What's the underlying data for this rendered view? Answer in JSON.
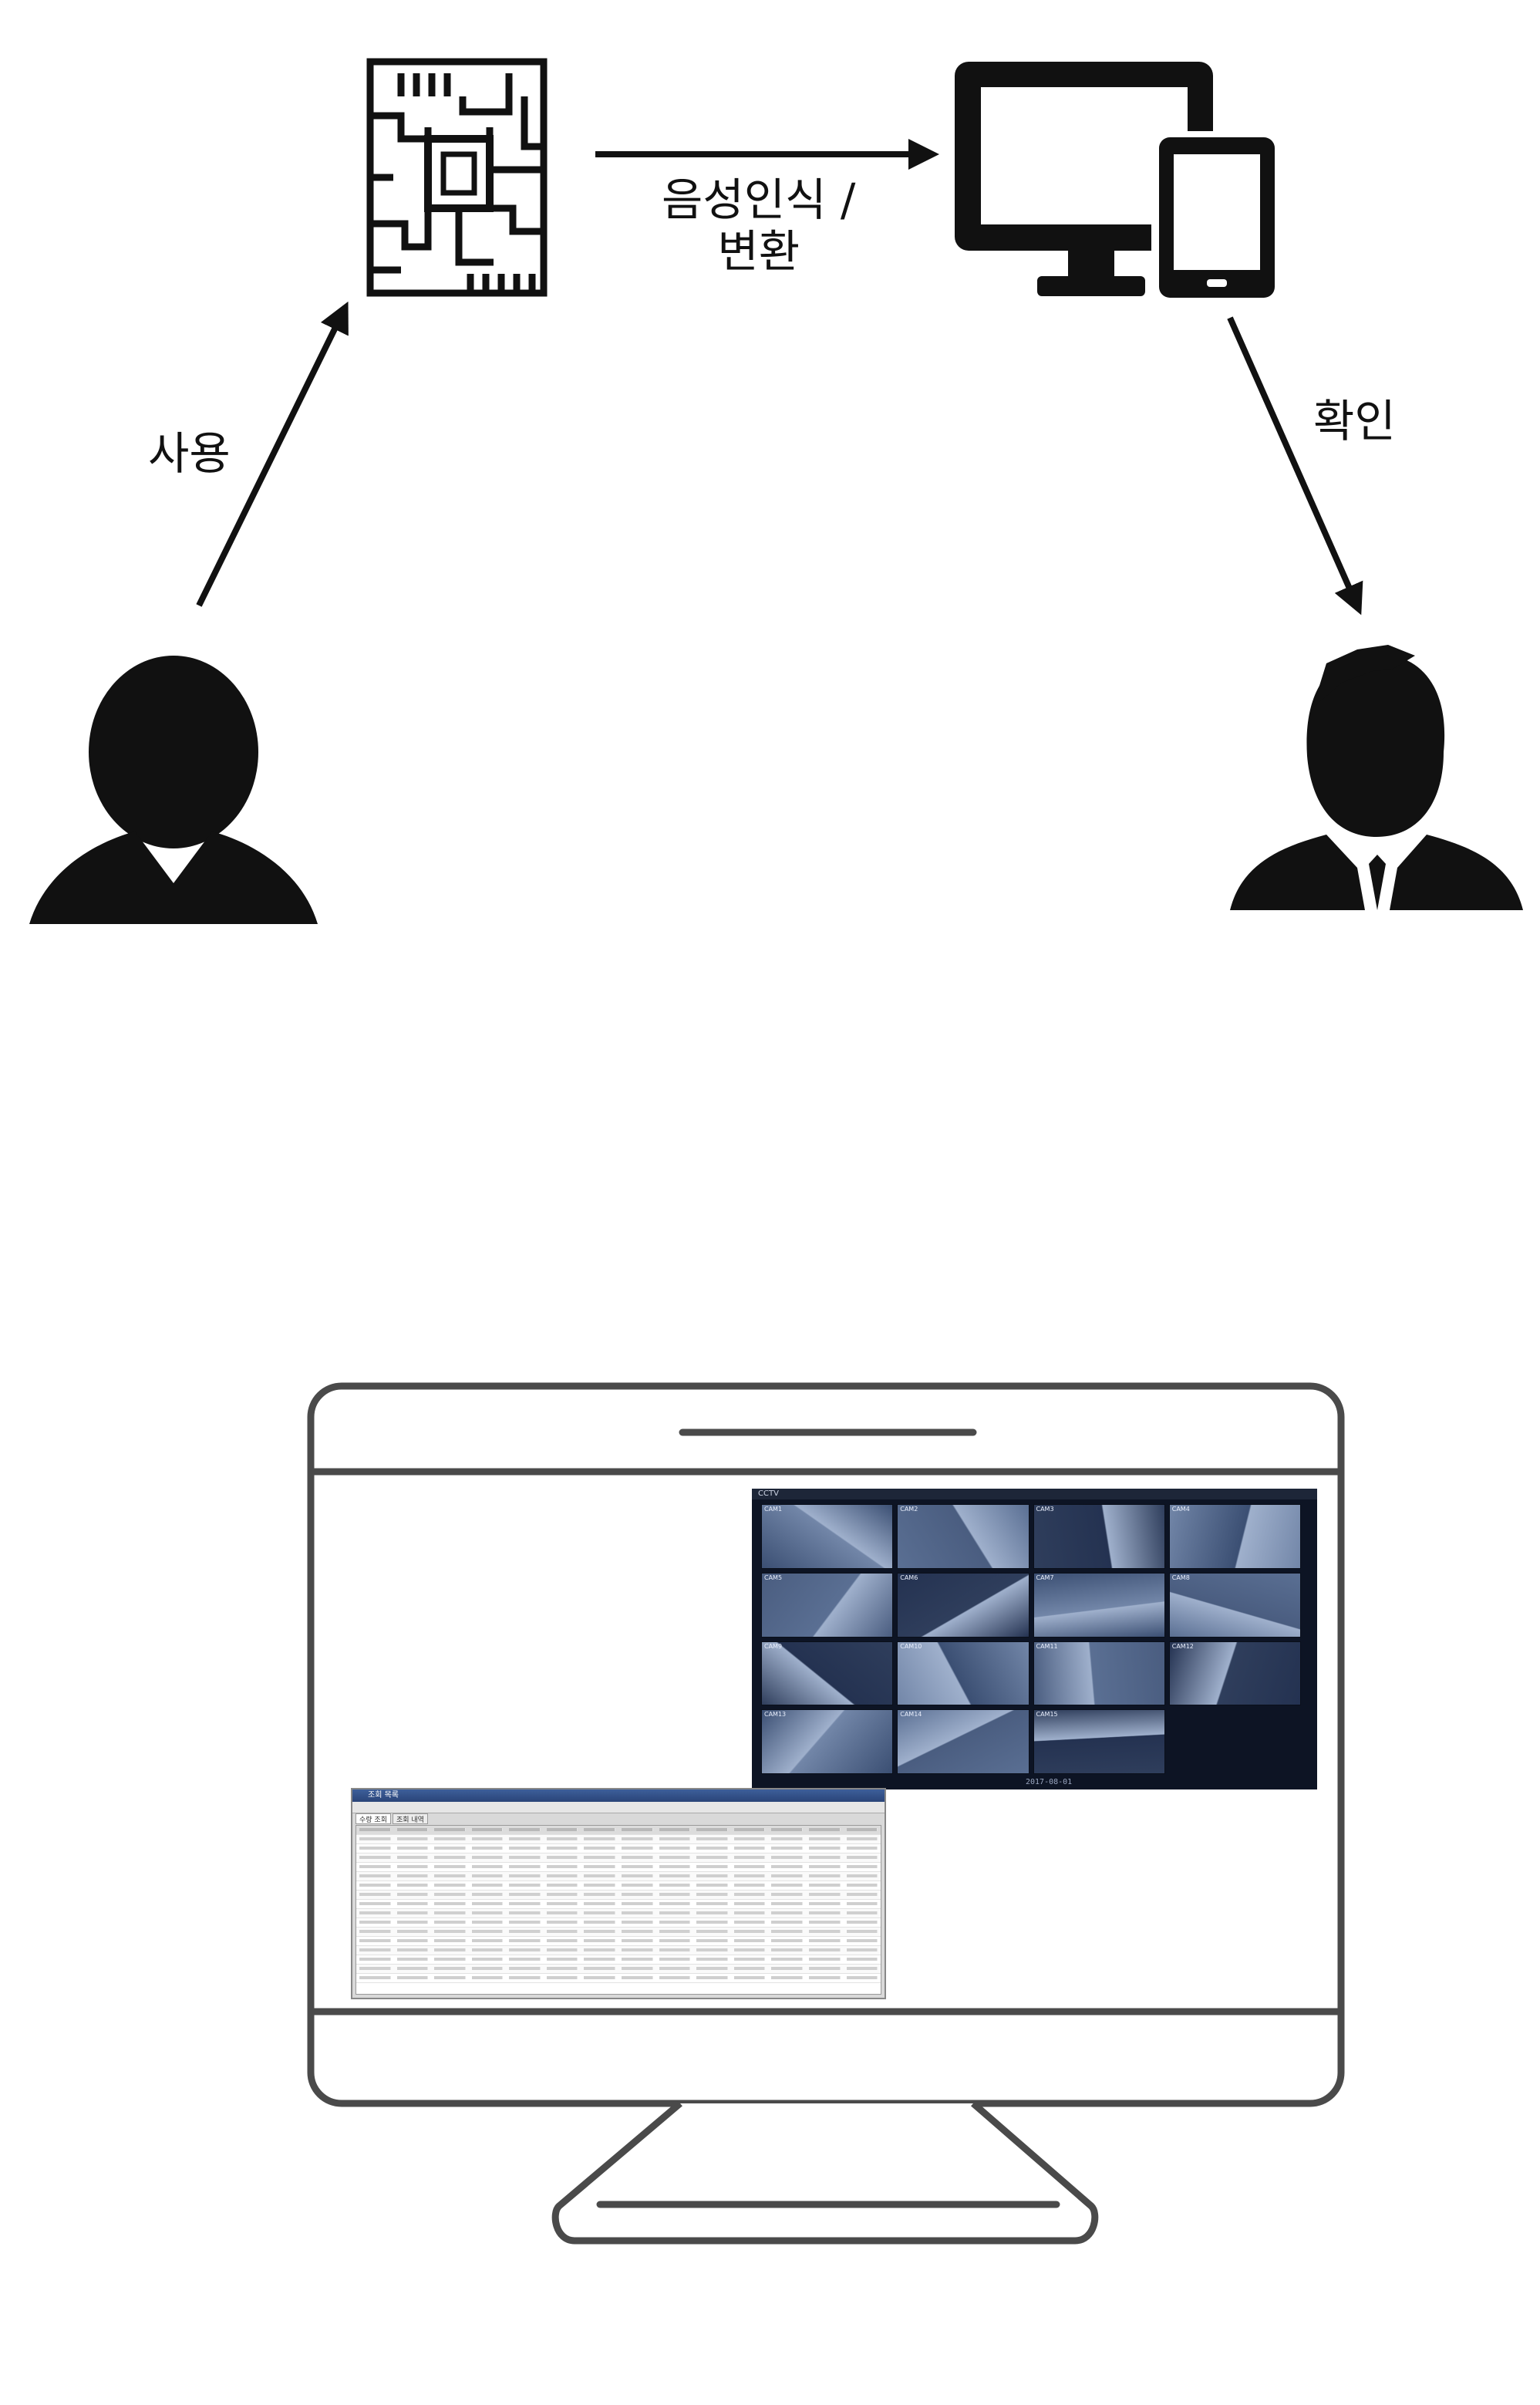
{
  "flow": {
    "edge_use": "사용",
    "edge_convert_line1": "음성인식 /",
    "edge_convert_line2": "변환",
    "edge_confirm": "확인"
  },
  "nodes": {
    "user": "user-icon",
    "chip": "circuit-board-icon",
    "devices": "monitor-tablet-icon",
    "checker": "manager-icon"
  },
  "monitor": {
    "cctv_window_title": "CCTV",
    "cctv_date": "2017-08-01",
    "camera_labels": [
      "CAM1",
      "CAM2",
      "CAM3",
      "CAM4",
      "CAM5",
      "CAM6",
      "CAM7",
      "CAM8",
      "CAM9",
      "CAM10",
      "CAM11",
      "CAM12",
      "CAM13",
      "CAM14",
      "CAM15"
    ],
    "list_window_title": "조회 목록",
    "list_tabs": [
      "수량 조회",
      "조회 내역"
    ]
  },
  "colors": {
    "stroke": "#111111",
    "monitor_frame": "#4a4a4a",
    "cctv_bg": "#0d1424",
    "list_bg": "#d9d9d9"
  }
}
